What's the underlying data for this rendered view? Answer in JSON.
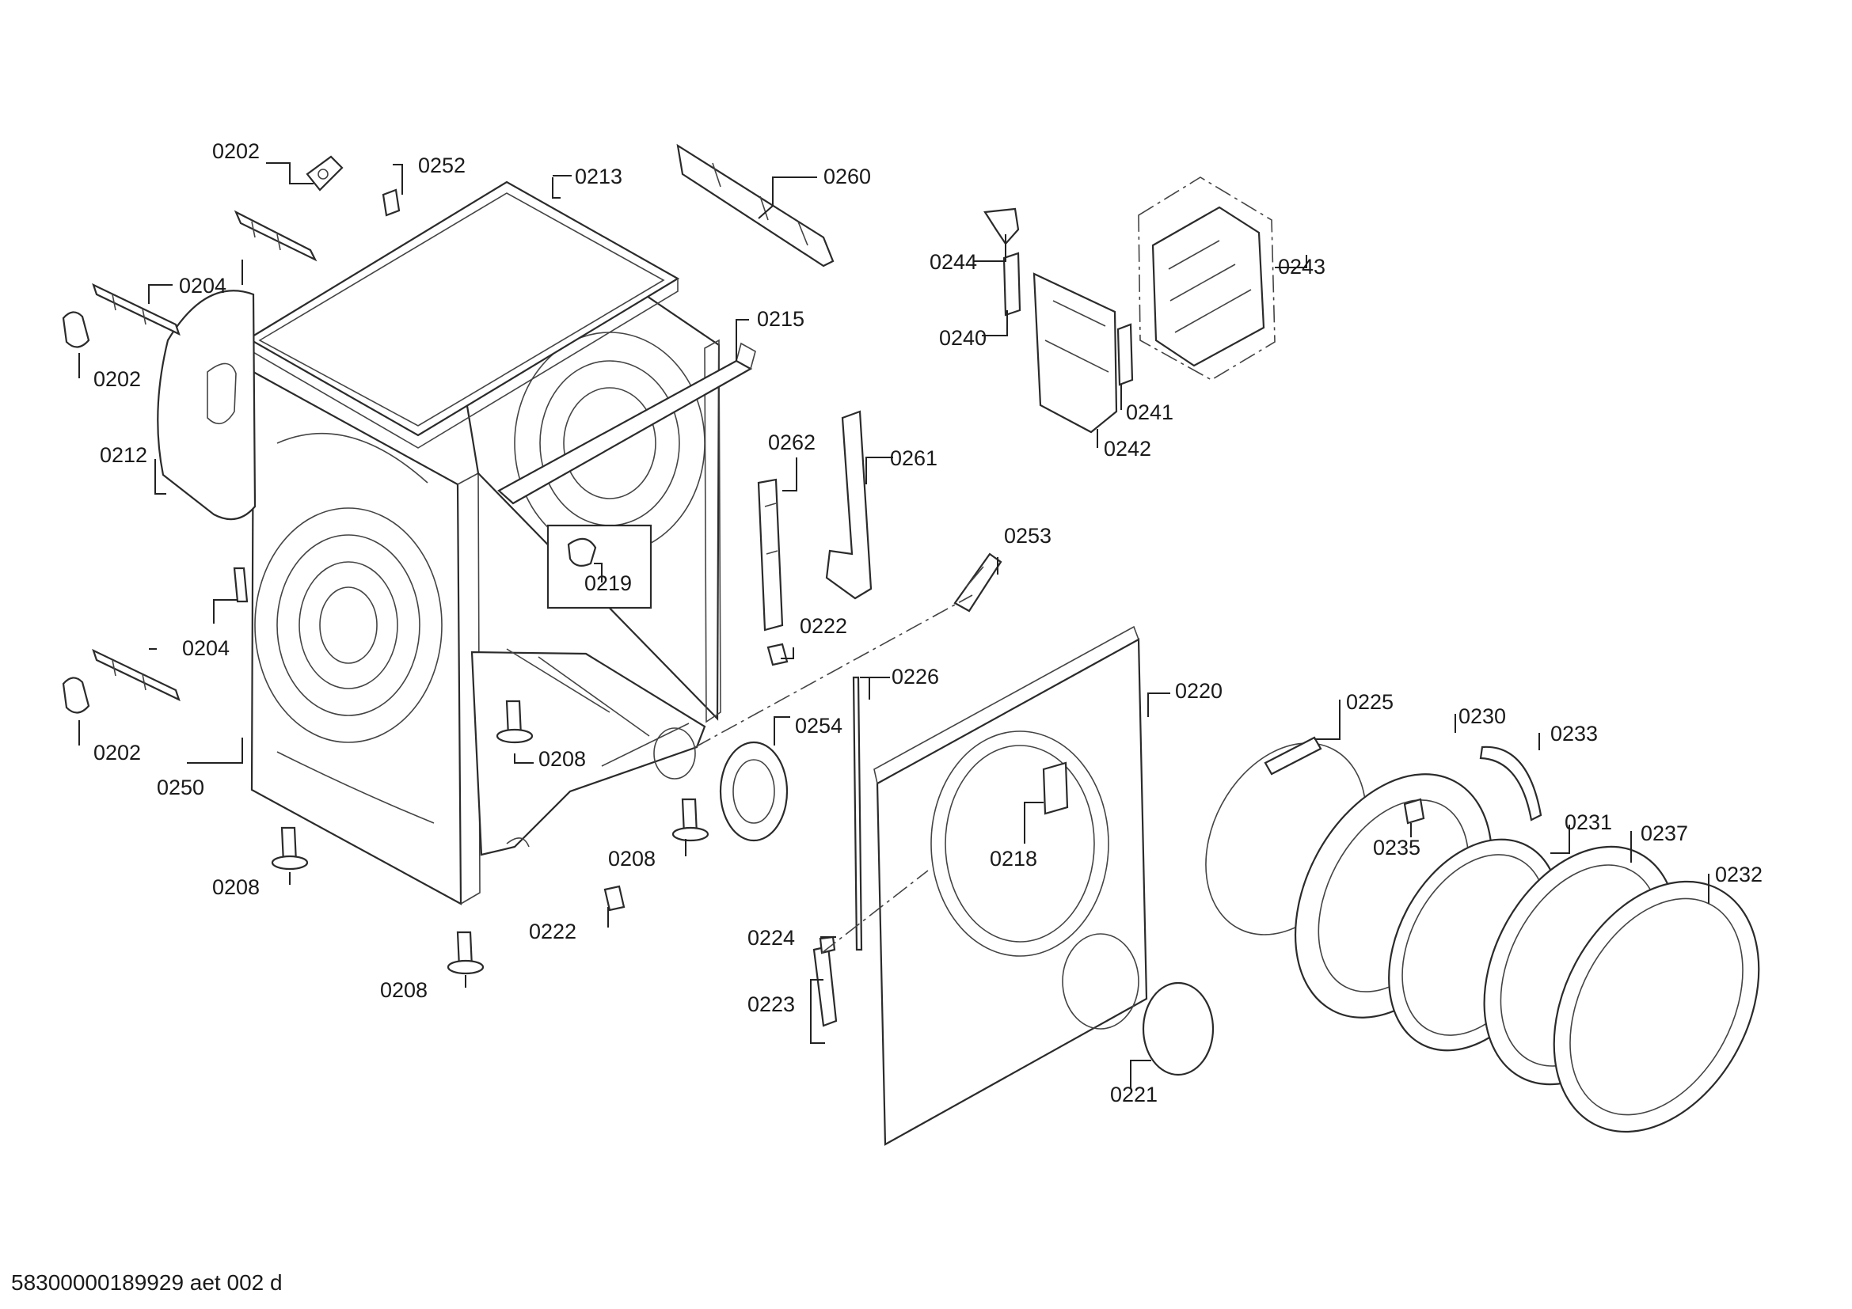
{
  "drawing": {
    "footer_code": "58300000189929 aet 002 d",
    "callouts": [
      {
        "id": "c0202a",
        "text": "0202"
      },
      {
        "id": "c0252",
        "text": "0252"
      },
      {
        "id": "c0213",
        "text": "0213"
      },
      {
        "id": "c0260",
        "text": "0260"
      },
      {
        "id": "c0204a",
        "text": "0204"
      },
      {
        "id": "c0202b",
        "text": "0202"
      },
      {
        "id": "c0215",
        "text": "0215"
      },
      {
        "id": "c0212",
        "text": "0212"
      },
      {
        "id": "c0262",
        "text": "0262"
      },
      {
        "id": "c0261",
        "text": "0261"
      },
      {
        "id": "c0219",
        "text": "0219"
      },
      {
        "id": "c0253",
        "text": "0253"
      },
      {
        "id": "c0222a",
        "text": "0222"
      },
      {
        "id": "c0204b",
        "text": "0204"
      },
      {
        "id": "c0226",
        "text": "0226"
      },
      {
        "id": "c0220",
        "text": "0220"
      },
      {
        "id": "c0208a",
        "text": "0208"
      },
      {
        "id": "c0254",
        "text": "0254"
      },
      {
        "id": "c0202c",
        "text": "0202"
      },
      {
        "id": "c0250",
        "text": "0250"
      },
      {
        "id": "c0218",
        "text": "0218"
      },
      {
        "id": "c0208b",
        "text": "0208"
      },
      {
        "id": "c0208c",
        "text": "0208"
      },
      {
        "id": "c0222b",
        "text": "0222"
      },
      {
        "id": "c0224",
        "text": "0224"
      },
      {
        "id": "c0223",
        "text": "0223"
      },
      {
        "id": "c0208d",
        "text": "0208"
      },
      {
        "id": "c0221",
        "text": "0221"
      },
      {
        "id": "c0244",
        "text": "0244"
      },
      {
        "id": "c0243",
        "text": "0243"
      },
      {
        "id": "c0240",
        "text": "0240"
      },
      {
        "id": "c0241",
        "text": "0241"
      },
      {
        "id": "c0242",
        "text": "0242"
      },
      {
        "id": "c0225",
        "text": "0225"
      },
      {
        "id": "c0230",
        "text": "0230"
      },
      {
        "id": "c0233",
        "text": "0233"
      },
      {
        "id": "c0231",
        "text": "0231"
      },
      {
        "id": "c0235",
        "text": "0235"
      },
      {
        "id": "c0237",
        "text": "0237"
      },
      {
        "id": "c0232",
        "text": "0232"
      }
    ]
  }
}
